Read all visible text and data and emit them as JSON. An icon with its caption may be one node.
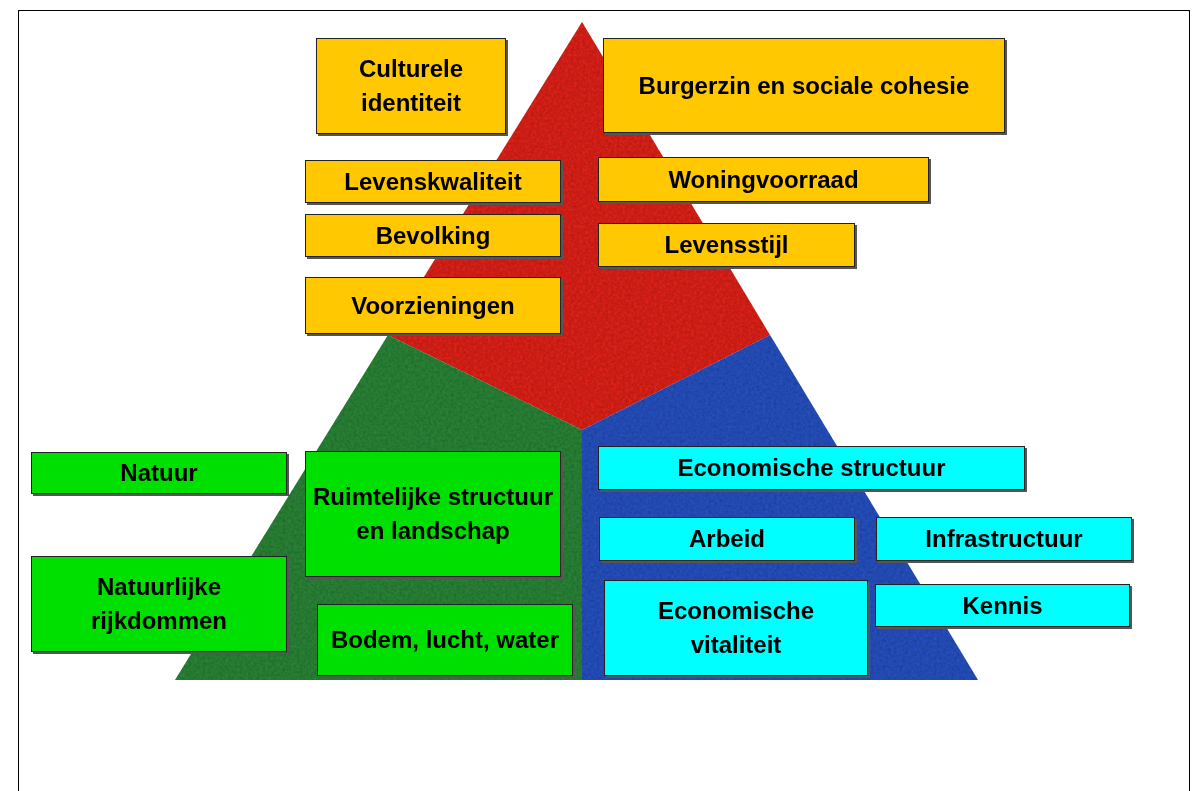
{
  "diagram": {
    "nodes": [
      {
        "text": [
          "Culturele identiteit"
        ]
      },
      {
        "text": [
          "Burgerzin en sociale cohesie"
        ]
      },
      {
        "text": [
          "Levenskwaliteit"
        ]
      },
      {
        "text": [
          "Woningvoorraad"
        ]
      },
      {
        "text": [
          "Bevolking"
        ]
      },
      {
        "text": [
          "Levensstijl"
        ]
      },
      {
        "text": [
          "Voorzieningen"
        ]
      },
      {
        "text": [
          "Natuur"
        ]
      },
      {
        "text": [
          "Ruimtelijke structuur en landschap"
        ]
      },
      {
        "text": [
          "Economische structuur"
        ]
      },
      {
        "text": [
          "Arbeid"
        ]
      },
      {
        "text": [
          "Infrastructuur"
        ]
      },
      {
        "text": [
          "Natuurlijke rijkdommen"
        ]
      },
      {
        "text": [
          "Bodem, lucht, water"
        ]
      },
      {
        "text": [
          "Economische vitaliteit"
        ]
      },
      {
        "text": [
          "Kennis"
        ]
      }
    ]
  }
}
